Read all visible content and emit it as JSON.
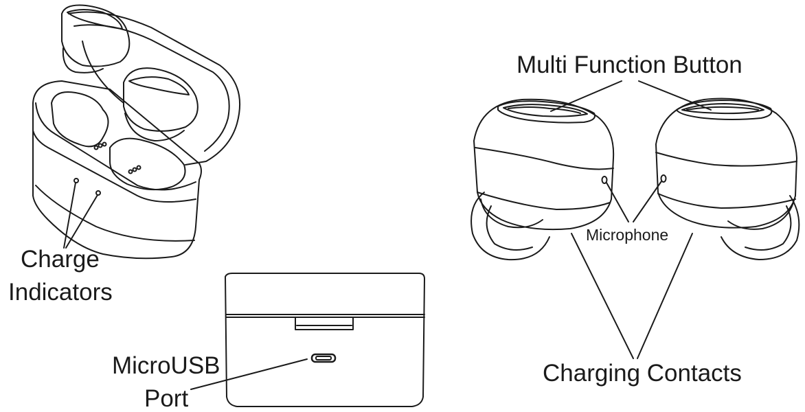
{
  "labels": {
    "charge_indicators_line1": "Charge",
    "charge_indicators_line2": "Indicators",
    "microusb_line1": "MicroUSB",
    "microusb_line2": "Port",
    "multi_function_button": "Multi Function Button",
    "microphone": "Microphone",
    "charging_contacts": "Charging Contacts"
  },
  "colors": {
    "ink": "#1a1a1a",
    "background": "#ffffff"
  }
}
